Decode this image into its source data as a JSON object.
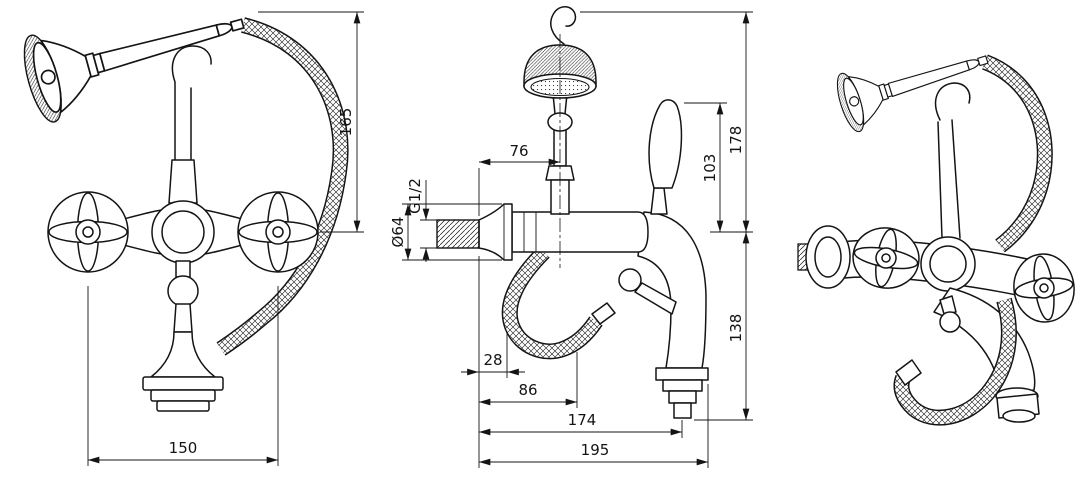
{
  "drawing": {
    "background": "#ffffff",
    "line_color": "#141414"
  },
  "dims": {
    "front_height": "165",
    "front_width": "150",
    "side_offset_top": "76",
    "thread": "G1/2",
    "flange_dia": "Ø64",
    "lever_height": "103",
    "height_above_axis": "178",
    "height_below_axis": "138",
    "hose_offset": "28",
    "hose_reach": "86",
    "spout_reach": "174",
    "overall_reach": "195"
  }
}
